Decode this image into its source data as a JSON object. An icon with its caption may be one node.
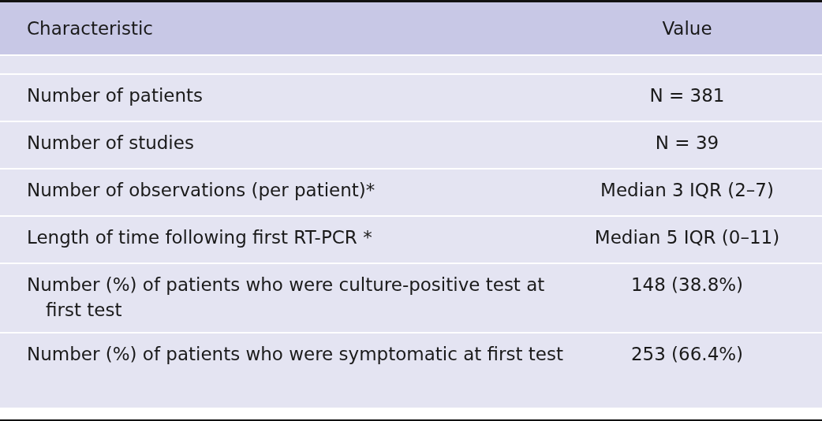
{
  "diagram": {
    "labels": [
      "Characteristic",
      "Value",
      "Number of patients",
      "N = 381",
      "Number of studies",
      "N = 39",
      "Number of observations (per patient)*",
      "Median 3 IQR (2–7)",
      "Length of time following first RT-PCR *",
      "Median 5 IQR (0–11)",
      "Number (%) of patients who were culture-positive test at first test",
      "148 (38.8%)",
      "Number (%) of patients who were symptomatic at first test",
      "253 (66.4%)"
    ]
  }
}
